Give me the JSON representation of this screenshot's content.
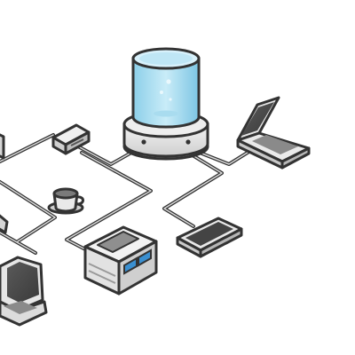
{
  "diagram": {
    "kind": "network-illustration",
    "nodes": [
      {
        "id": "server",
        "icon": "database-server-icon"
      },
      {
        "id": "router",
        "icon": "router-icon"
      },
      {
        "id": "laptop-right",
        "icon": "laptop-icon"
      },
      {
        "id": "laptop-left",
        "icon": "laptop-icon"
      },
      {
        "id": "printer",
        "icon": "printer-icon"
      },
      {
        "id": "tablet",
        "icon": "tablet-icon"
      },
      {
        "id": "coffee-cup",
        "icon": "coffee-cup-icon"
      },
      {
        "id": "device-left-edge",
        "icon": "generic-device-icon"
      }
    ],
    "connections": [
      {
        "from": "server",
        "to": "router"
      },
      {
        "from": "server",
        "to": "laptop-right"
      },
      {
        "from": "server",
        "to": "tablet"
      },
      {
        "from": "router",
        "to": "printer"
      },
      {
        "from": "router",
        "to": "device-left-edge"
      },
      {
        "from": "printer",
        "to": "laptop-left"
      }
    ],
    "colors": {
      "outline": "#333333",
      "device_body": "#e8e8e8",
      "device_shadow": "#c7c7c7",
      "water_light": "#bfe6f5",
      "water_dark": "#6fbfe0",
      "accent_blue": "#3a8fd0",
      "background": "#ffffff"
    }
  }
}
